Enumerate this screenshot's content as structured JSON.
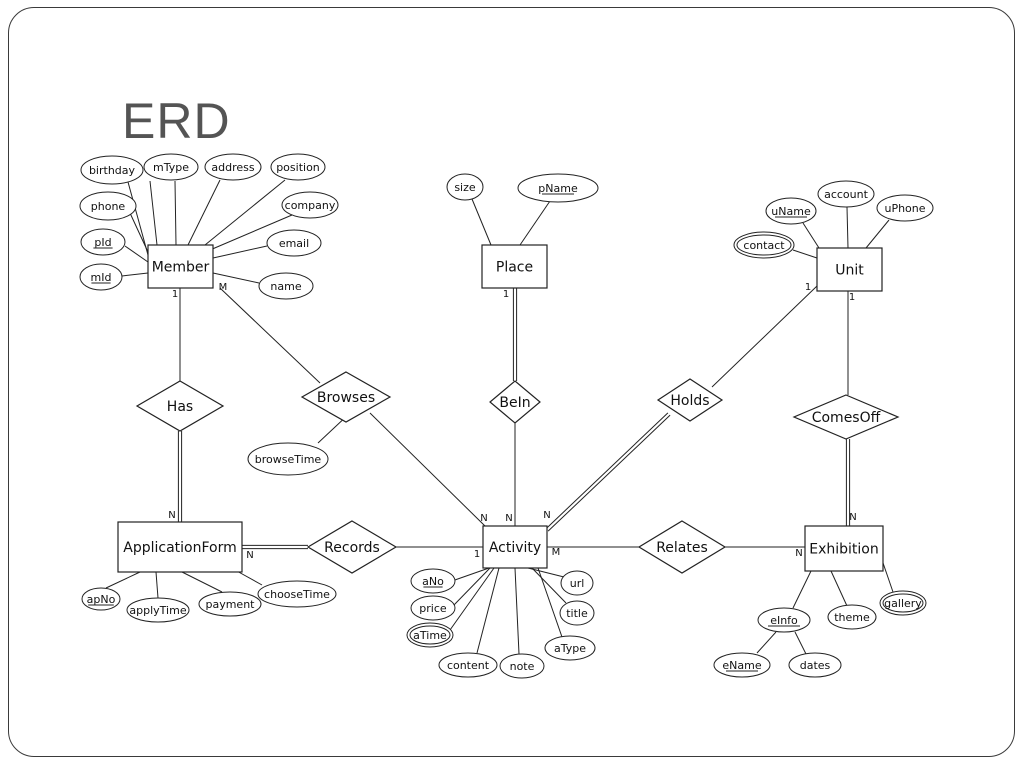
{
  "slide": {
    "title": "ERD"
  },
  "entities": [
    {
      "id": "member",
      "label": "Member"
    },
    {
      "id": "place",
      "label": "Place"
    },
    {
      "id": "unit",
      "label": "Unit"
    },
    {
      "id": "appform",
      "label": "ApplicationForm"
    },
    {
      "id": "activity",
      "label": "Activity"
    },
    {
      "id": "exhibition",
      "label": "Exhibition"
    }
  ],
  "relationships": [
    {
      "id": "has",
      "label": "Has"
    },
    {
      "id": "browses",
      "label": "Browses"
    },
    {
      "id": "bein",
      "label": "BeIn"
    },
    {
      "id": "holds",
      "label": "Holds"
    },
    {
      "id": "comesoff",
      "label": "ComesOff"
    },
    {
      "id": "records",
      "label": "Records"
    },
    {
      "id": "relates",
      "label": "Relates"
    }
  ],
  "attributes": [
    {
      "id": "birthday",
      "label": "birthday"
    },
    {
      "id": "mtype",
      "label": "mType"
    },
    {
      "id": "address",
      "label": "address"
    },
    {
      "id": "position",
      "label": "position"
    },
    {
      "id": "phone",
      "label": "phone"
    },
    {
      "id": "company",
      "label": "company"
    },
    {
      "id": "pid",
      "label": "pId",
      "key": true
    },
    {
      "id": "email",
      "label": "email"
    },
    {
      "id": "mid",
      "label": "mId",
      "key": true
    },
    {
      "id": "name",
      "label": "name"
    },
    {
      "id": "size",
      "label": "size"
    },
    {
      "id": "pname",
      "label": "pName",
      "key": true
    },
    {
      "id": "account",
      "label": "account"
    },
    {
      "id": "uname",
      "label": "uName",
      "key": true
    },
    {
      "id": "uphone",
      "label": "uPhone"
    },
    {
      "id": "contact",
      "label": "contact",
      "multivalued": true
    },
    {
      "id": "browsetime",
      "label": "browseTime"
    },
    {
      "id": "apno",
      "label": "apNo",
      "key": true
    },
    {
      "id": "applytime",
      "label": "applyTime"
    },
    {
      "id": "payment",
      "label": "payment"
    },
    {
      "id": "choosetime",
      "label": "chooseTime"
    },
    {
      "id": "ano",
      "label": "aNo",
      "key": true
    },
    {
      "id": "price",
      "label": "price"
    },
    {
      "id": "atime",
      "label": "aTime",
      "multivalued": true
    },
    {
      "id": "content",
      "label": "content"
    },
    {
      "id": "note",
      "label": "note"
    },
    {
      "id": "url",
      "label": "url"
    },
    {
      "id": "title",
      "label": "title"
    },
    {
      "id": "atype",
      "label": "aType"
    },
    {
      "id": "einfo",
      "label": "eInfo",
      "key": true
    },
    {
      "id": "theme",
      "label": "theme"
    },
    {
      "id": "gallery",
      "label": "gallery",
      "multivalued": true
    },
    {
      "id": "ename",
      "label": "eName",
      "key": true
    },
    {
      "id": "dates",
      "label": "dates"
    }
  ],
  "cardinalities": [
    {
      "id": "member-has",
      "label": "1"
    },
    {
      "id": "member-browses",
      "label": "M"
    },
    {
      "id": "appform-has",
      "label": "N"
    },
    {
      "id": "appform-records",
      "label": "N"
    },
    {
      "id": "activity-browses",
      "label": "N"
    },
    {
      "id": "activity-bein",
      "label": "N"
    },
    {
      "id": "activity-holds",
      "label": "N"
    },
    {
      "id": "activity-records",
      "label": "1"
    },
    {
      "id": "activity-relates",
      "label": "M"
    },
    {
      "id": "place-bein",
      "label": "1"
    },
    {
      "id": "unit-holds",
      "label": "1"
    },
    {
      "id": "unit-comesoff",
      "label": "1"
    },
    {
      "id": "exhibition-comesoff",
      "label": "N"
    },
    {
      "id": "exhibition-relates",
      "label": "N"
    }
  ]
}
